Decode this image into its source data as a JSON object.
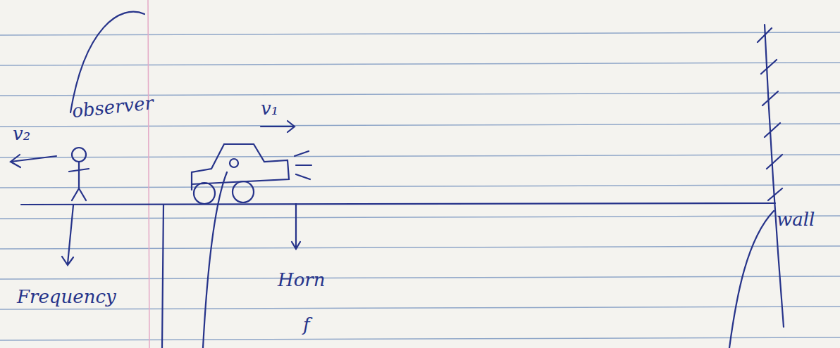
{
  "diagram": {
    "labels": [
      "observer",
      "v₂",
      "v₁",
      "Frequency",
      "Horn",
      "f",
      "wall"
    ]
  }
}
